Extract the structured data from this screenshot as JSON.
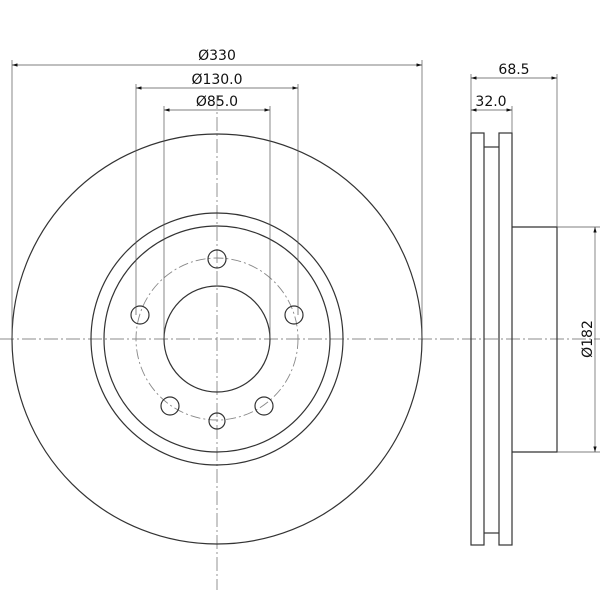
{
  "dimensions": {
    "outer_diameter": "Ø330",
    "bolt_circle_diameter": "Ø130.0",
    "center_bore_diameter": "Ø85.0",
    "total_height": "68.5",
    "thickness": "32.0",
    "hat_diameter": "Ø182"
  },
  "bolt_holes": 6,
  "colors": {
    "line": "#333333",
    "centerline": "#666666"
  }
}
